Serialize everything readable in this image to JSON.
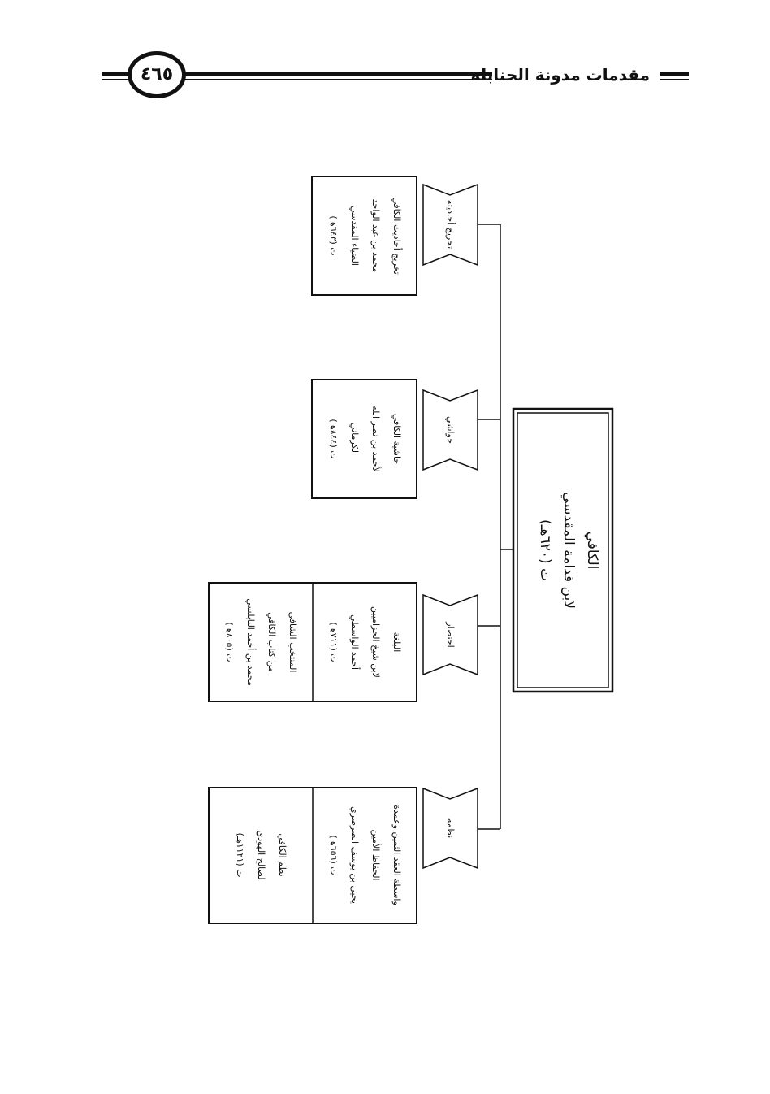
{
  "header": {
    "title": "مقدمات مدونة الحنابلة",
    "page_number": "٤٦٥"
  },
  "diagram": {
    "root": {
      "lines": [
        "الكافي",
        "لابن قدامة المقدسي",
        "ت (٦٢٠هـ)"
      ]
    },
    "branches": [
      {
        "label": "تخريج أحاديثه",
        "boxes": [
          [
            "تخريج أحاديث الكافي",
            "محمد بن عبد الواحد",
            "الضياء المقدسي",
            "ت (٦٤٣هـ)"
          ]
        ]
      },
      {
        "label": "حواشي",
        "boxes": [
          [
            "حاشية الكافي",
            "لأحمد بن نصر الله",
            "الكرماني",
            "ت (٨٤٤هـ)"
          ]
        ]
      },
      {
        "label": "اختصار",
        "boxes": [
          [
            "البلغة",
            "لابن شيخ الحزاميين",
            "أحمد الواسطي",
            "ت (٧١١هـ)"
          ],
          [
            "المنتخب الشافي",
            "من كتاب الكافي",
            "محمد بن أحمد النابلسي",
            "ت (٨٠٥هـ)"
          ]
        ]
      },
      {
        "label": "نظمه",
        "boxes": [
          [
            "واسطة العقد الثمين وعمدة",
            "الحفاظ الأمين",
            "يحيى بن يوسف الصرصري",
            "ت (٦٥٦هـ)"
          ],
          [
            "نظم الكافي",
            "لصالح الهودي",
            "ت (١١٢١هـ)"
          ]
        ]
      }
    ]
  }
}
